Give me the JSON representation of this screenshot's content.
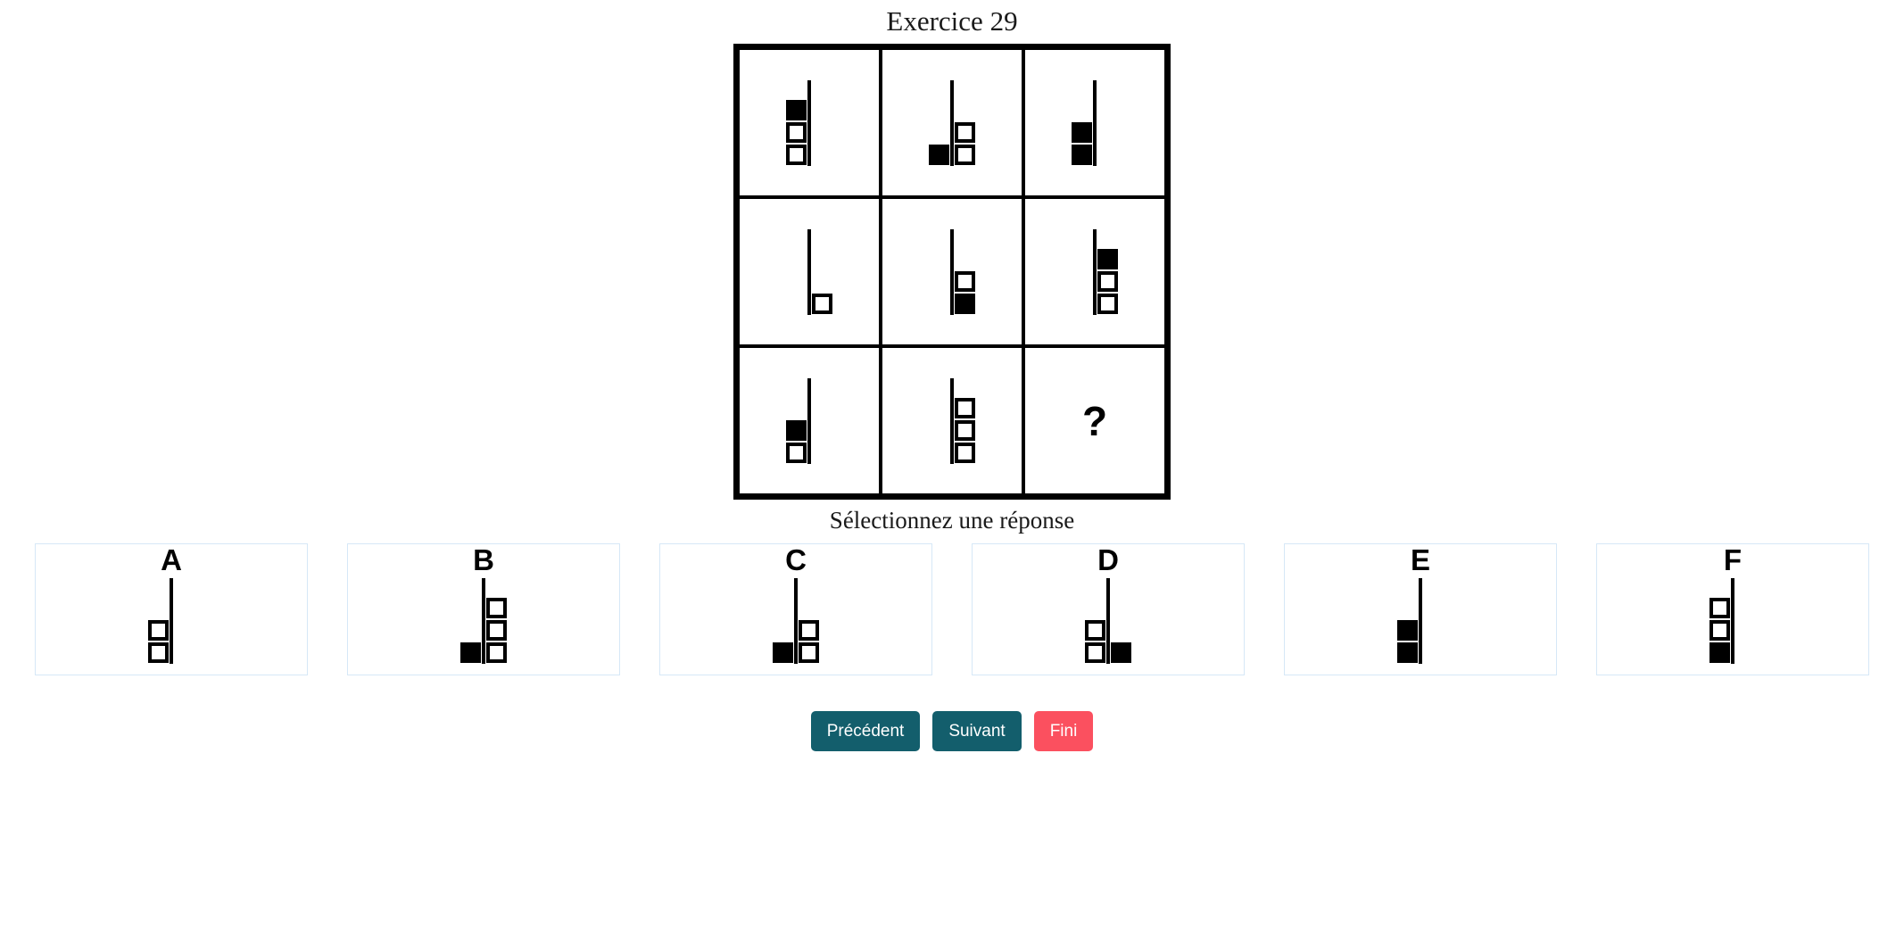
{
  "title": "Exercice 29",
  "prompt": "Sélectionnez une réponse",
  "colors": {
    "nav_button": "#135e6c",
    "done_button": "#fb505f",
    "option_border": "#d6e8f7",
    "ink": "#000000"
  },
  "matrix": {
    "rows": 3,
    "cols": 3,
    "cells": [
      {
        "id": "cell-1-1",
        "missing": false,
        "stem": true,
        "items": [
          {
            "row": 1,
            "side": "left",
            "fill": "filled"
          },
          {
            "row": 2,
            "side": "left",
            "fill": "empty"
          },
          {
            "row": 3,
            "side": "left",
            "fill": "empty"
          }
        ]
      },
      {
        "id": "cell-1-2",
        "missing": false,
        "stem": true,
        "items": [
          {
            "row": 2,
            "side": "right",
            "fill": "empty"
          },
          {
            "row": 3,
            "side": "right",
            "fill": "empty"
          },
          {
            "row": 3,
            "side": "left",
            "fill": "filled"
          }
        ]
      },
      {
        "id": "cell-1-3",
        "missing": false,
        "stem": true,
        "items": [
          {
            "row": 2,
            "side": "left",
            "fill": "filled"
          },
          {
            "row": 3,
            "side": "left",
            "fill": "filled"
          }
        ]
      },
      {
        "id": "cell-2-1",
        "missing": false,
        "stem": true,
        "items": [
          {
            "row": 3,
            "side": "right",
            "fill": "empty"
          }
        ]
      },
      {
        "id": "cell-2-2",
        "missing": false,
        "stem": true,
        "items": [
          {
            "row": 2,
            "side": "right",
            "fill": "empty"
          },
          {
            "row": 3,
            "side": "right",
            "fill": "filled"
          }
        ]
      },
      {
        "id": "cell-2-3",
        "missing": false,
        "stem": true,
        "items": [
          {
            "row": 1,
            "side": "right",
            "fill": "filled"
          },
          {
            "row": 2,
            "side": "right",
            "fill": "empty"
          },
          {
            "row": 3,
            "side": "right",
            "fill": "empty"
          }
        ]
      },
      {
        "id": "cell-3-1",
        "missing": false,
        "stem": true,
        "items": [
          {
            "row": 2,
            "side": "left",
            "fill": "filled"
          },
          {
            "row": 3,
            "side": "left",
            "fill": "empty"
          }
        ]
      },
      {
        "id": "cell-3-2",
        "missing": false,
        "stem": true,
        "items": [
          {
            "row": 1,
            "side": "right",
            "fill": "empty"
          },
          {
            "row": 2,
            "side": "right",
            "fill": "empty"
          },
          {
            "row": 3,
            "side": "right",
            "fill": "empty"
          }
        ]
      },
      {
        "id": "cell-3-3",
        "missing": true,
        "missing_glyph": "?",
        "stem": false,
        "items": []
      }
    ]
  },
  "options": [
    {
      "letter": "A",
      "stem": true,
      "items": [
        {
          "row": 2,
          "side": "left",
          "fill": "empty"
        },
        {
          "row": 3,
          "side": "left",
          "fill": "empty"
        }
      ]
    },
    {
      "letter": "B",
      "stem": true,
      "items": [
        {
          "row": 1,
          "side": "right",
          "fill": "empty"
        },
        {
          "row": 2,
          "side": "right",
          "fill": "empty"
        },
        {
          "row": 3,
          "side": "right",
          "fill": "empty"
        },
        {
          "row": 3,
          "side": "left",
          "fill": "filled"
        }
      ]
    },
    {
      "letter": "C",
      "stem": true,
      "items": [
        {
          "row": 2,
          "side": "right",
          "fill": "empty"
        },
        {
          "row": 3,
          "side": "right",
          "fill": "empty"
        },
        {
          "row": 3,
          "side": "left",
          "fill": "filled"
        }
      ]
    },
    {
      "letter": "D",
      "stem": true,
      "items": [
        {
          "row": 2,
          "side": "left",
          "fill": "empty"
        },
        {
          "row": 3,
          "side": "left",
          "fill": "empty"
        },
        {
          "row": 3,
          "side": "right",
          "fill": "filled"
        }
      ]
    },
    {
      "letter": "E",
      "stem": true,
      "items": [
        {
          "row": 2,
          "side": "left",
          "fill": "filled"
        },
        {
          "row": 3,
          "side": "left",
          "fill": "filled"
        }
      ]
    },
    {
      "letter": "F",
      "stem": true,
      "items": [
        {
          "row": 1,
          "side": "left",
          "fill": "empty"
        },
        {
          "row": 2,
          "side": "left",
          "fill": "empty"
        },
        {
          "row": 3,
          "side": "left",
          "fill": "filled"
        }
      ]
    }
  ],
  "buttons": {
    "previous": "Précédent",
    "next": "Suivant",
    "done": "Fini"
  }
}
